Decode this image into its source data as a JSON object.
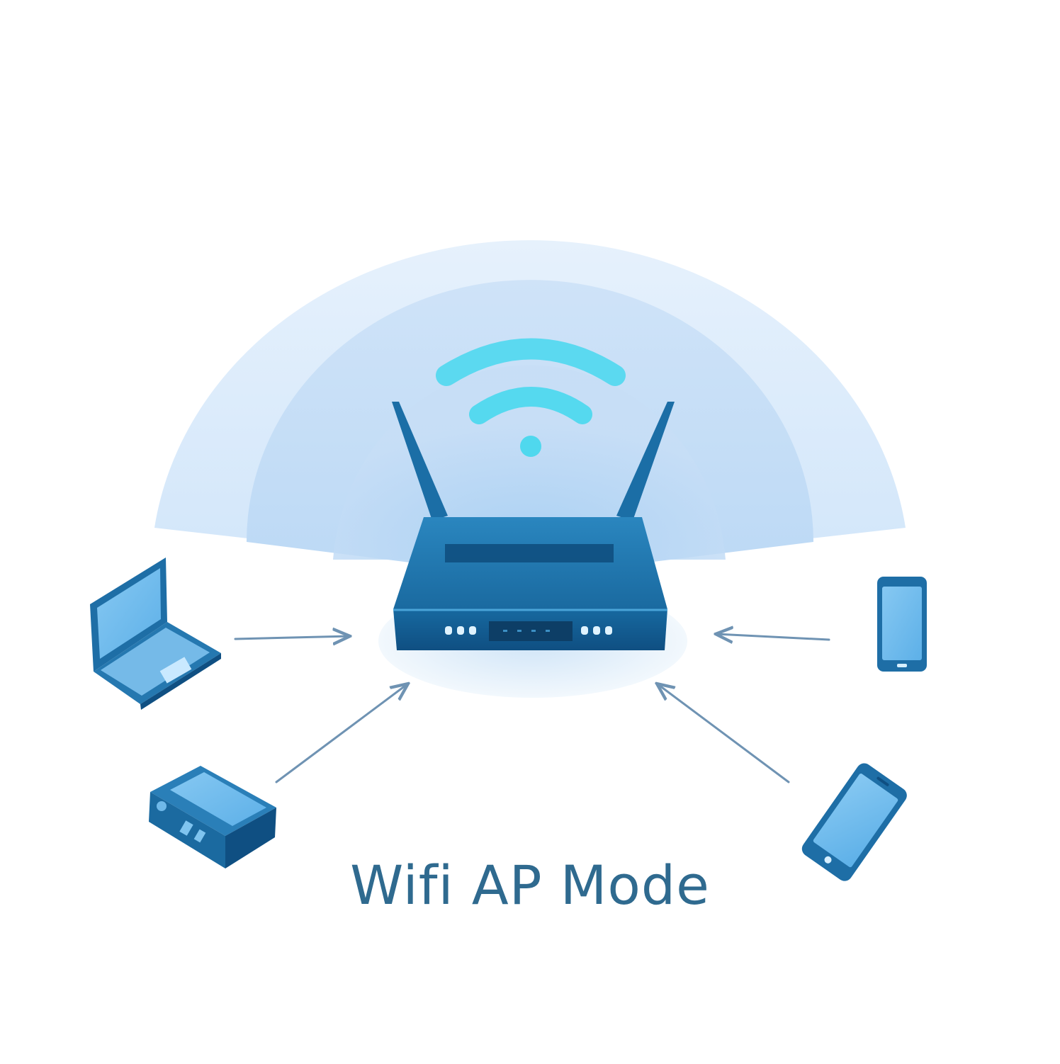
{
  "caption": "Wifi AP Mode",
  "colors": {
    "background": "#ffffff",
    "coverage_outer": "#d6e9fb",
    "coverage_inner": "#c2dcf6",
    "router_body": "#1b6fa5",
    "router_dark": "#0f4f80",
    "device_screen": "#6fbef0",
    "device_frame": "#1f6fa6",
    "wifi_signal": "#49d6f0",
    "arrow": "#6f93b3",
    "caption_text": "#2f6a8f"
  },
  "diagram": {
    "center_node": {
      "label": "",
      "icon": "wifi-router-icon"
    },
    "clients": [
      {
        "id": "laptop",
        "icon": "laptop-icon"
      },
      {
        "id": "set-top-box",
        "icon": "set-top-box-icon"
      },
      {
        "id": "phone-upright",
        "icon": "smartphone-icon"
      },
      {
        "id": "phone-tilted",
        "icon": "smartphone-icon"
      }
    ],
    "edges": [
      {
        "from": "laptop",
        "to": "router"
      },
      {
        "from": "set-top-box",
        "to": "router"
      },
      {
        "from": "phone-upright",
        "to": "router"
      },
      {
        "from": "phone-tilted",
        "to": "router"
      }
    ]
  }
}
